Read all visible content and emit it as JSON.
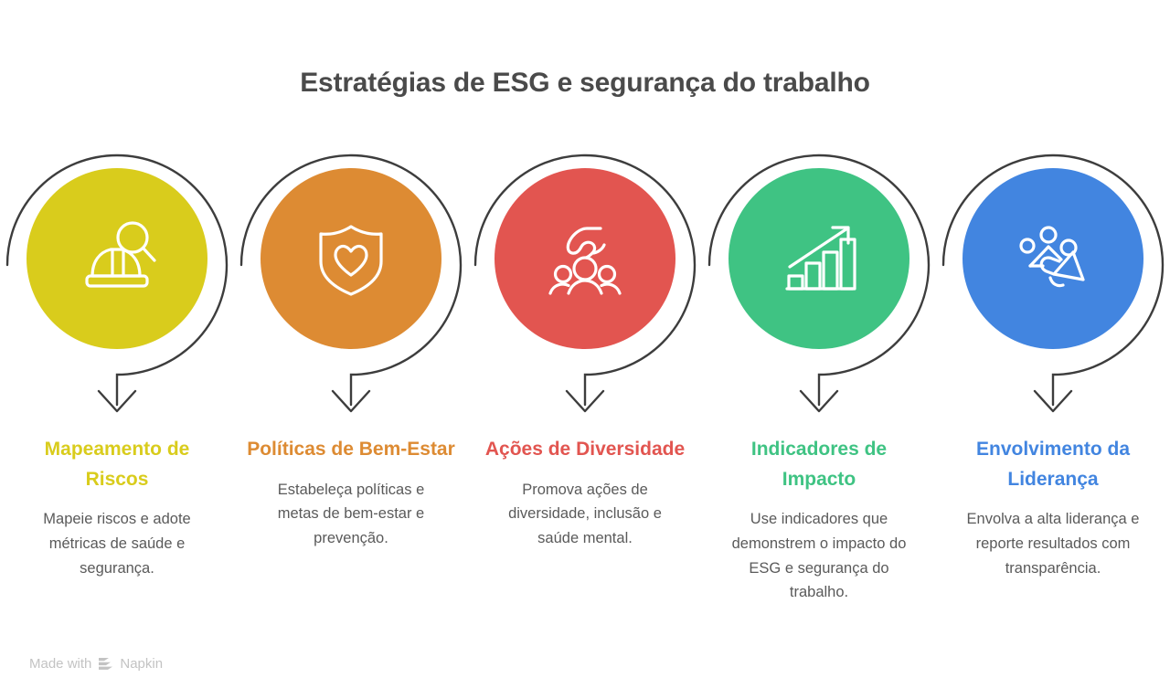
{
  "title": "Estratégias de ESG e segurança do trabalho",
  "watermark": {
    "prefix": "Made with",
    "brand": "Napkin",
    "logo_icon": "napkin-chevrons-logo"
  },
  "colors": {
    "yellow": "#D9CC1C",
    "orange": "#DD8B33",
    "red": "#E25550",
    "green": "#3FC383",
    "blue": "#4285E0",
    "connector": "#3d3d3d",
    "title_text": "#4a4a4a",
    "body_text": "#5a5a5a"
  },
  "steps": [
    {
      "heading": "Mapeamento de Riscos",
      "description": "Mapeie riscos e adote métricas de saúde e segurança.",
      "color": "#D9CC1C",
      "icon": "hard-hat-magnifier-icon"
    },
    {
      "heading": "Políticas de Bem-Estar",
      "description": "Estabeleça políticas e metas de bem-estar e prevenção.",
      "color": "#DD8B33",
      "icon": "shield-heart-icon"
    },
    {
      "heading": "Ações de Diversidade",
      "description": "Promova ações de diversidade, inclusão e saúde mental.",
      "color": "#E25550",
      "icon": "people-protection-hand-icon"
    },
    {
      "heading": "Indicadores de Impacto",
      "description": "Use indicadores que demonstrem o impacto do ESG e segurança do trabalho.",
      "color": "#3FC383",
      "icon": "growth-bar-chart-arrow-icon"
    },
    {
      "heading": "Envolvimento da Liderança",
      "description": "Envolva a alta liderança e reporte resultados com transparência.",
      "color": "#4285E0",
      "icon": "megaphone-audience-icon"
    }
  ]
}
